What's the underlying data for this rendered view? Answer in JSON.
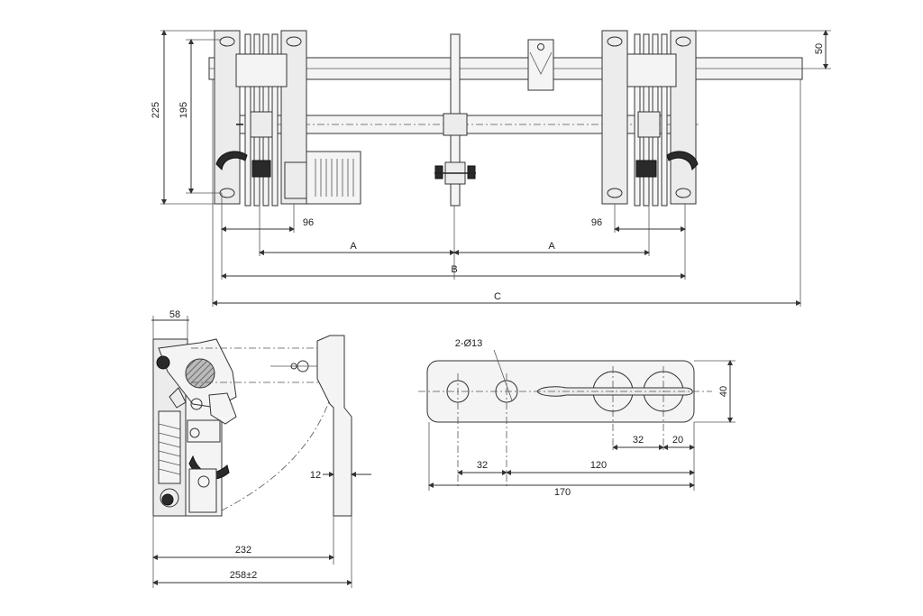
{
  "top_view": {
    "dim_225": "225",
    "dim_195": "195",
    "dim_50": "50",
    "dim_96_left": "96",
    "dim_96_right": "96",
    "dim_A_left": "A",
    "dim_A_right": "A",
    "dim_B": "B",
    "dim_C": "C"
  },
  "side_view": {
    "dim_58": "58",
    "dim_12": "12",
    "dim_232": "232",
    "dim_258": "258±2"
  },
  "plate_view": {
    "hole_label": "2-Ø13",
    "dim_40": "40",
    "dim_32_right": "32",
    "dim_20": "20",
    "dim_32_left": "32",
    "dim_120": "120",
    "dim_170": "170"
  }
}
